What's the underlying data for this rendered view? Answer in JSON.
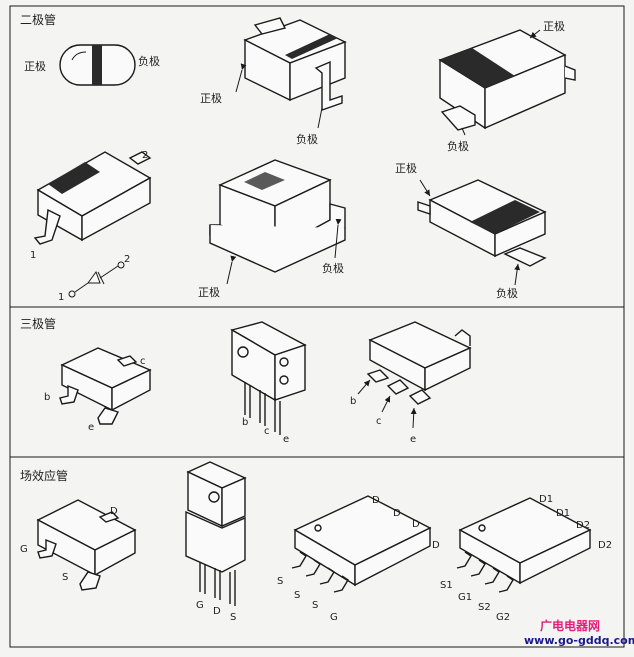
{
  "sections": [
    {
      "title": "二极管",
      "labels": [
        "正极",
        "负极",
        "正极",
        "负极",
        "正极",
        "负极",
        "2",
        "1",
        "2",
        "1",
        "正极",
        "负极",
        "正极",
        "负极"
      ]
    },
    {
      "title": "三极管",
      "labels": [
        "c",
        "b",
        "e",
        "b",
        "c",
        "e",
        "b",
        "c",
        "e"
      ]
    },
    {
      "title": "场效应管",
      "labels": [
        "D",
        "G",
        "S",
        "G",
        "D",
        "S",
        "D",
        "D",
        "D",
        "D",
        "S",
        "S",
        "S",
        "G",
        "D1",
        "D1",
        "D2",
        "D2",
        "S1",
        "G1",
        "S2",
        "G2"
      ]
    }
  ],
  "watermark": {
    "brand": "广电电器网",
    "url": "www.go-gddq.com"
  },
  "colors": {
    "line": "#1a1a1a",
    "paper": "#f4f4f2",
    "band": "#2a2a2a",
    "watermark_brand": "#e0207a",
    "watermark_url": "#1a1a8a"
  }
}
